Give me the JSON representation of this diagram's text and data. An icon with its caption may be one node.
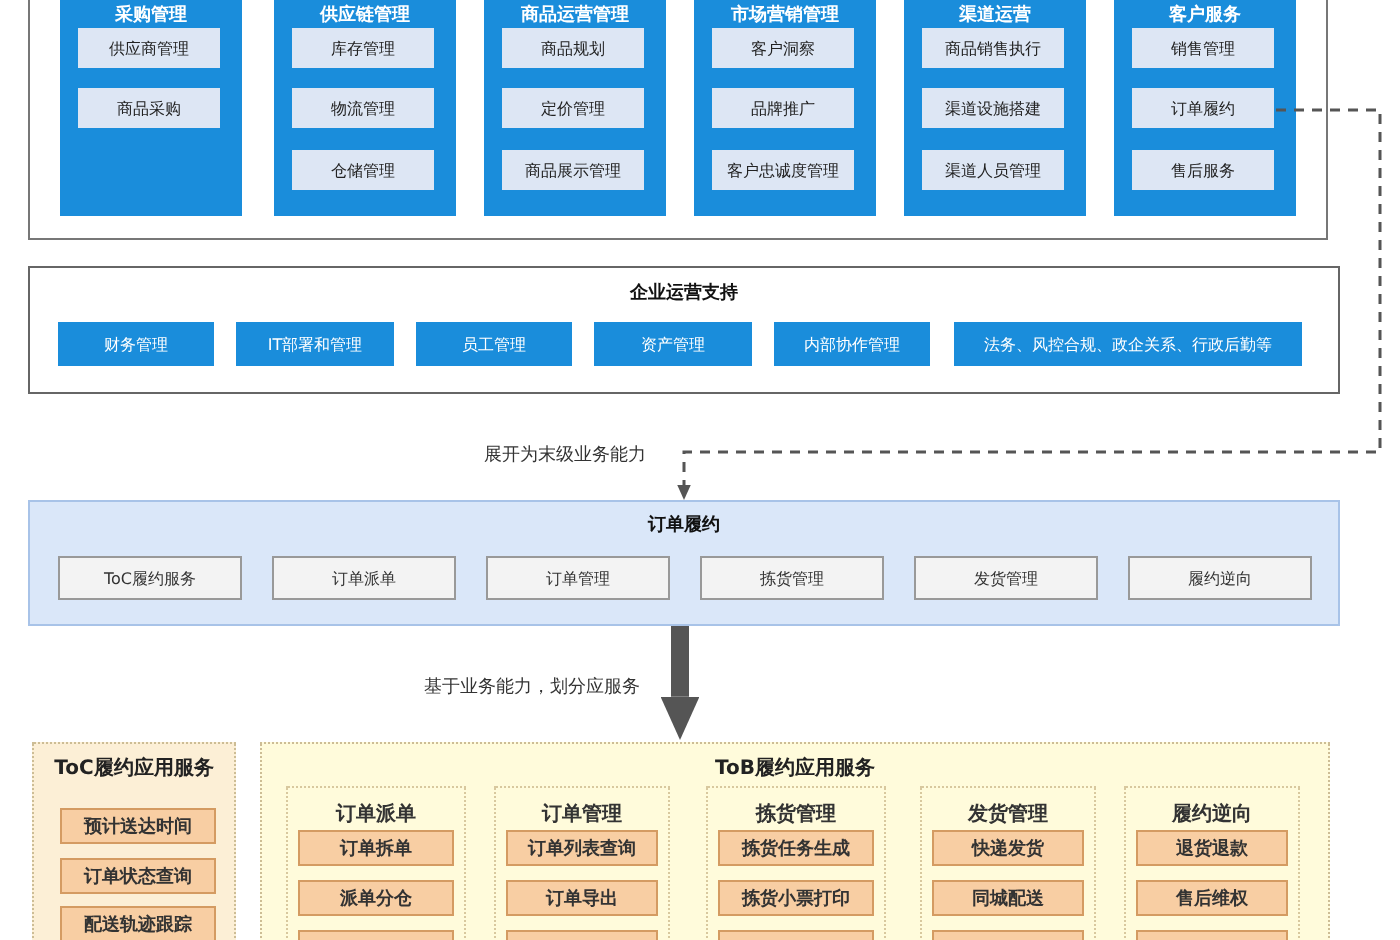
{
  "diagram": {
    "nodes": [
      {
        "text": [],
        "shape": "box"
      },
      {
        "text": [
          "采购管理"
        ],
        "in": 0
      },
      {
        "text": [
          "供应商管理"
        ],
        "in": 1
      },
      {
        "text": [
          "商品采购"
        ],
        "in": 1
      },
      {
        "text": [
          "供应链管理"
        ],
        "in": 0
      },
      {
        "text": [
          "库存管理"
        ],
        "in": 4
      },
      {
        "text": [
          "物流管理"
        ],
        "in": 4
      },
      {
        "text": [
          "仓储管理"
        ],
        "in": 4
      },
      {
        "text": [
          "商品运营管理"
        ],
        "in": 0
      },
      {
        "text": [
          "商品规划"
        ],
        "in": 8
      },
      {
        "text": [
          "定价管理"
        ],
        "in": 8
      },
      {
        "text": [
          "商品展示管理"
        ],
        "in": 8
      },
      {
        "text": [
          "市场营销管理"
        ],
        "in": 0
      },
      {
        "text": [
          "客户洞察"
        ],
        "in": 12
      },
      {
        "text": [
          "品牌推广"
        ],
        "in": 12
      },
      {
        "text": [
          "客户忠诚度管理"
        ],
        "in": 12
      },
      {
        "text": [
          "渠道运营"
        ],
        "in": 0
      },
      {
        "text": [
          "商品销售执行"
        ],
        "in": 16
      },
      {
        "text": [
          "渠道设施搭建"
        ],
        "in": 16
      },
      {
        "text": [
          "渠道人员管理"
        ],
        "in": 16
      },
      {
        "text": [
          "客户服务"
        ],
        "in": 0
      },
      {
        "text": [
          "销售管理"
        ],
        "in": 20
      },
      {
        "text": [
          "订单履约"
        ],
        "in": 20
      },
      {
        "text": [
          "售后服务"
        ],
        "in": 20
      },
      {
        "text": [
          "企业运营支持"
        ]
      },
      {
        "text": [
          "财务管理"
        ],
        "in": 24
      },
      {
        "text": [
          "IT部署和管理"
        ],
        "in": 24
      },
      {
        "text": [
          "员工管理"
        ],
        "in": 24
      },
      {
        "text": [
          "资产管理"
        ],
        "in": 24
      },
      {
        "text": [
          "内部协作管理"
        ],
        "in": 24
      },
      {
        "text": [
          "法务、风控合规、政企关系、行政后勤等"
        ],
        "in": 24
      },
      {
        "text": [
          "订单履约"
        ]
      },
      {
        "text": [
          "ToC履约服务"
        ],
        "in": 31
      },
      {
        "text": [
          "订单派单"
        ],
        "in": 31
      },
      {
        "text": [
          "订单管理"
        ],
        "in": 31
      },
      {
        "text": [
          "拣货管理"
        ],
        "in": 31
      },
      {
        "text": [
          "发货管理"
        ],
        "in": 31
      },
      {
        "text": [
          "履约逆向"
        ],
        "in": 31
      },
      {
        "text": [
          "ToC履约应用服务"
        ]
      },
      {
        "text": [
          "预计送达时间"
        ],
        "in": 38
      },
      {
        "text": [
          "订单状态查询"
        ],
        "in": 38
      },
      {
        "text": [
          "配送轨迹跟踪"
        ],
        "in": 38
      },
      {
        "text": [
          "ToB履约应用服务"
        ]
      },
      {
        "text": [
          "订单派单"
        ],
        "in": 42
      },
      {
        "text": [
          "订单拆单"
        ],
        "in": 43
      },
      {
        "text": [
          "派单分仓"
        ],
        "in": 43
      },
      {
        "text": [],
        "shape": "box",
        "in": 43
      },
      {
        "text": [
          "订单管理"
        ],
        "in": 42
      },
      {
        "text": [
          "订单列表查询"
        ],
        "in": 47
      },
      {
        "text": [
          "订单导出"
        ],
        "in": 47
      },
      {
        "text": [],
        "shape": "box",
        "in": 47
      },
      {
        "text": [
          "拣货管理"
        ],
        "in": 42
      },
      {
        "text": [
          "拣货任务生成"
        ],
        "in": 51
      },
      {
        "text": [
          "拣货小票打印"
        ],
        "in": 51
      },
      {
        "text": [],
        "shape": "box",
        "in": 51
      },
      {
        "text": [
          "发货管理"
        ],
        "in": 42
      },
      {
        "text": [
          "快递发货"
        ],
        "in": 55
      },
      {
        "text": [
          "同城配送"
        ],
        "in": 55
      },
      {
        "text": [],
        "shape": "box",
        "in": 55
      },
      {
        "text": [
          "履约逆向"
        ],
        "in": 42
      },
      {
        "text": [
          "退货退款"
        ],
        "in": 59
      },
      {
        "text": [
          "售后维权"
        ],
        "in": 59
      },
      {
        "text": [],
        "shape": "box",
        "in": 59
      }
    ],
    "edges": [
      {
        "from": 22,
        "to": 31,
        "arrow": "to",
        "style": "dashed",
        "label": "展开为末级业务能力"
      },
      {
        "from": 31,
        "to": 42,
        "arrow": "to",
        "style": "thick",
        "label": "基于业务能力，划分应服务"
      }
    ]
  }
}
